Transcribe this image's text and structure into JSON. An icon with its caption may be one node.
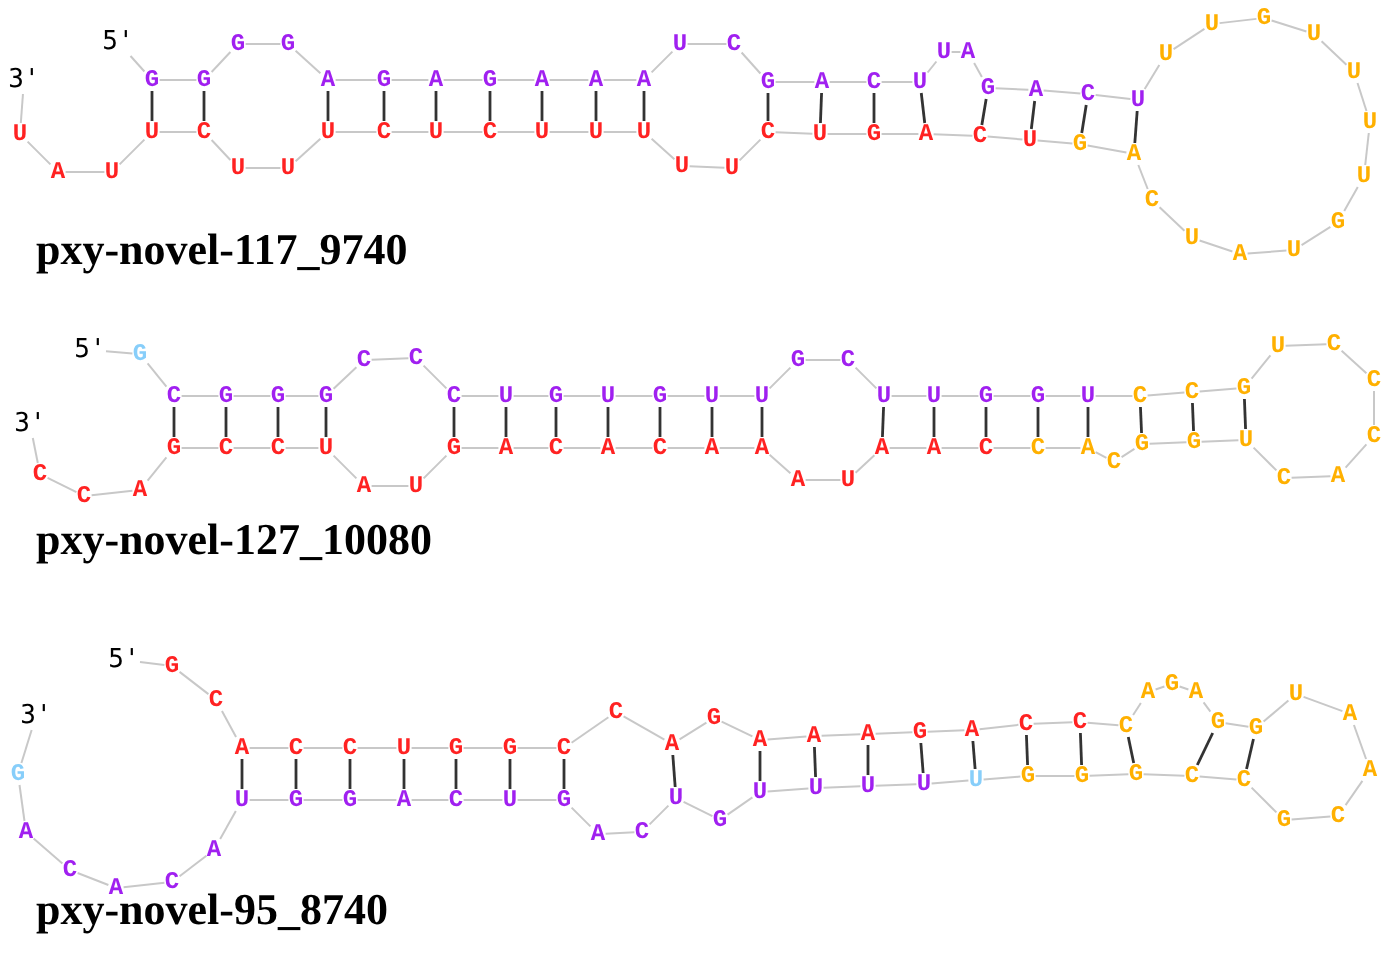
{
  "diagram": {
    "nodes": [
      {
        "text": [
          "5'"
        ]
      },
      {
        "text": [
          "G"
        ]
      },
      {
        "text": [
          "G"
        ]
      },
      {
        "text": [
          "G"
        ]
      },
      {
        "text": [
          "G"
        ]
      },
      {
        "text": [
          "A"
        ]
      },
      {
        "text": [
          "G"
        ]
      },
      {
        "text": [
          "A"
        ]
      },
      {
        "text": [
          "G"
        ]
      },
      {
        "text": [
          "A"
        ]
      },
      {
        "text": [
          "A"
        ]
      },
      {
        "text": [
          "A"
        ]
      },
      {
        "text": [
          "U"
        ]
      },
      {
        "text": [
          "C"
        ]
      },
      {
        "text": [
          "G"
        ]
      },
      {
        "text": [
          "A"
        ]
      },
      {
        "text": [
          "C"
        ]
      },
      {
        "text": [
          "U"
        ]
      },
      {
        "text": [
          "U"
        ]
      },
      {
        "text": [
          "A"
        ]
      },
      {
        "text": [
          "G"
        ]
      },
      {
        "text": [
          "A"
        ]
      },
      {
        "text": [
          "C"
        ]
      },
      {
        "text": [
          "U"
        ]
      },
      {
        "text": [
          "U"
        ]
      },
      {
        "text": [
          "U"
        ]
      },
      {
        "text": [
          "G"
        ]
      },
      {
        "text": [
          "U"
        ]
      },
      {
        "text": [
          "U"
        ]
      },
      {
        "text": [
          "U"
        ]
      },
      {
        "text": [
          "U"
        ]
      },
      {
        "text": [
          "G"
        ]
      },
      {
        "text": [
          "U"
        ]
      },
      {
        "text": [
          "A"
        ]
      },
      {
        "text": [
          "U"
        ]
      },
      {
        "text": [
          "C"
        ]
      },
      {
        "text": [
          "A"
        ]
      },
      {
        "text": [
          "G"
        ]
      },
      {
        "text": [
          "U"
        ]
      },
      {
        "text": [
          "C"
        ]
      },
      {
        "text": [
          "A"
        ]
      },
      {
        "text": [
          "G"
        ]
      },
      {
        "text": [
          "U"
        ]
      },
      {
        "text": [
          "C"
        ]
      },
      {
        "text": [
          "U"
        ]
      },
      {
        "text": [
          "U"
        ]
      },
      {
        "text": [
          "U"
        ]
      },
      {
        "text": [
          "U"
        ]
      },
      {
        "text": [
          "U"
        ]
      },
      {
        "text": [
          "C"
        ]
      },
      {
        "text": [
          "U"
        ]
      },
      {
        "text": [
          "C"
        ]
      },
      {
        "text": [
          "U"
        ]
      },
      {
        "text": [
          "U"
        ]
      },
      {
        "text": [
          "U"
        ]
      },
      {
        "text": [
          "C"
        ]
      },
      {
        "text": [
          "U"
        ]
      },
      {
        "text": [
          "U"
        ]
      },
      {
        "text": [
          "A"
        ]
      },
      {
        "text": [
          "U"
        ]
      },
      {
        "text": [
          "3'"
        ]
      },
      {
        "text": [
          "5'"
        ]
      },
      {
        "text": [
          "G"
        ]
      },
      {
        "text": [
          "C"
        ]
      },
      {
        "text": [
          "G"
        ]
      },
      {
        "text": [
          "G"
        ]
      },
      {
        "text": [
          "G"
        ]
      },
      {
        "text": [
          "C"
        ]
      },
      {
        "text": [
          "C"
        ]
      },
      {
        "text": [
          "C"
        ]
      },
      {
        "text": [
          "U"
        ]
      },
      {
        "text": [
          "G"
        ]
      },
      {
        "text": [
          "U"
        ]
      },
      {
        "text": [
          "G"
        ]
      },
      {
        "text": [
          "U"
        ]
      },
      {
        "text": [
          "U"
        ]
      },
      {
        "text": [
          "G"
        ]
      },
      {
        "text": [
          "C"
        ]
      },
      {
        "text": [
          "U"
        ]
      },
      {
        "text": [
          "U"
        ]
      },
      {
        "text": [
          "G"
        ]
      },
      {
        "text": [
          "G"
        ]
      },
      {
        "text": [
          "U"
        ]
      },
      {
        "text": [
          "C"
        ]
      },
      {
        "text": [
          "C"
        ]
      },
      {
        "text": [
          "G"
        ]
      },
      {
        "text": [
          "U"
        ]
      },
      {
        "text": [
          "C"
        ]
      },
      {
        "text": [
          "C"
        ]
      },
      {
        "text": [
          "C"
        ]
      },
      {
        "text": [
          "A"
        ]
      },
      {
        "text": [
          "C"
        ]
      },
      {
        "text": [
          "U"
        ]
      },
      {
        "text": [
          "G"
        ]
      },
      {
        "text": [
          "G"
        ]
      },
      {
        "text": [
          "C"
        ]
      },
      {
        "text": [
          "A"
        ]
      },
      {
        "text": [
          "C"
        ]
      },
      {
        "text": [
          "C"
        ]
      },
      {
        "text": [
          "A"
        ]
      },
      {
        "text": [
          "A"
        ]
      },
      {
        "text": [
          "U"
        ]
      },
      {
        "text": [
          "A"
        ]
      },
      {
        "text": [
          "A"
        ]
      },
      {
        "text": [
          "A"
        ]
      },
      {
        "text": [
          "C"
        ]
      },
      {
        "text": [
          "A"
        ]
      },
      {
        "text": [
          "C"
        ]
      },
      {
        "text": [
          "A"
        ]
      },
      {
        "text": [
          "G"
        ]
      },
      {
        "text": [
          "U"
        ]
      },
      {
        "text": [
          "A"
        ]
      },
      {
        "text": [
          "U"
        ]
      },
      {
        "text": [
          "C"
        ]
      },
      {
        "text": [
          "C"
        ]
      },
      {
        "text": [
          "G"
        ]
      },
      {
        "text": [
          "A"
        ]
      },
      {
        "text": [
          "C"
        ]
      },
      {
        "text": [
          "C"
        ]
      },
      {
        "text": [
          "3'"
        ]
      },
      {
        "text": [
          "5'"
        ]
      },
      {
        "text": [
          "G"
        ]
      },
      {
        "text": [
          "C"
        ]
      },
      {
        "text": [
          "A"
        ]
      },
      {
        "text": [
          "C"
        ]
      },
      {
        "text": [
          "C"
        ]
      },
      {
        "text": [
          "U"
        ]
      },
      {
        "text": [
          "G"
        ]
      },
      {
        "text": [
          "G"
        ]
      },
      {
        "text": [
          "C"
        ]
      },
      {
        "text": [
          "C"
        ]
      },
      {
        "text": [
          "A"
        ]
      },
      {
        "text": [
          "G"
        ]
      },
      {
        "text": [
          "A"
        ]
      },
      {
        "text": [
          "A"
        ]
      },
      {
        "text": [
          "A"
        ]
      },
      {
        "text": [
          "G"
        ]
      },
      {
        "text": [
          "A"
        ]
      },
      {
        "text": [
          "C"
        ]
      },
      {
        "text": [
          "C"
        ]
      },
      {
        "text": [
          "C"
        ]
      },
      {
        "text": [
          "A"
        ]
      },
      {
        "text": [
          "G"
        ]
      },
      {
        "text": [
          "A"
        ]
      },
      {
        "text": [
          "G"
        ]
      },
      {
        "text": [
          "G"
        ]
      },
      {
        "text": [
          "U"
        ]
      },
      {
        "text": [
          "A"
        ]
      },
      {
        "text": [
          "A"
        ]
      },
      {
        "text": [
          "C"
        ]
      },
      {
        "text": [
          "G"
        ]
      },
      {
        "text": [
          "C"
        ]
      },
      {
        "text": [
          "C"
        ]
      },
      {
        "text": [
          "G"
        ]
      },
      {
        "text": [
          "G"
        ]
      },
      {
        "text": [
          "G"
        ]
      },
      {
        "text": [
          "U"
        ]
      },
      {
        "text": [
          "U"
        ]
      },
      {
        "text": [
          "U"
        ]
      },
      {
        "text": [
          "U"
        ]
      },
      {
        "text": [
          "U"
        ]
      },
      {
        "text": [
          "G"
        ]
      },
      {
        "text": [
          "U"
        ]
      },
      {
        "text": [
          "C"
        ]
      },
      {
        "text": [
          "A"
        ]
      },
      {
        "text": [
          "G"
        ]
      },
      {
        "text": [
          "U"
        ]
      },
      {
        "text": [
          "C"
        ]
      },
      {
        "text": [
          "A"
        ]
      },
      {
        "text": [
          "G"
        ]
      },
      {
        "text": [
          "G"
        ]
      },
      {
        "text": [
          "U"
        ]
      },
      {
        "text": [
          "A"
        ]
      },
      {
        "text": [
          "C"
        ]
      },
      {
        "text": [
          "A"
        ]
      },
      {
        "text": [
          "C"
        ]
      },
      {
        "text": [
          "A"
        ]
      },
      {
        "text": [
          "G"
        ]
      },
      {
        "text": [
          "3'"
        ]
      }
    ],
    "edges": [
      {
        "from": 0,
        "to": 1,
        "arrow": "none"
      },
      {
        "from": 1,
        "to": 2,
        "arrow": "none"
      },
      {
        "from": 2,
        "to": 3,
        "arrow": "none"
      },
      {
        "from": 3,
        "to": 4,
        "arrow": "none"
      },
      {
        "from": 4,
        "to": 5,
        "arrow": "none"
      },
      {
        "from": 5,
        "to": 6,
        "arrow": "none"
      },
      {
        "from": 6,
        "to": 7,
        "arrow": "none"
      },
      {
        "from": 7,
        "to": 8,
        "arrow": "none"
      },
      {
        "from": 8,
        "to": 9,
        "arrow": "none"
      },
      {
        "from": 9,
        "to": 10,
        "arrow": "none"
      },
      {
        "from": 10,
        "to": 11,
        "arrow": "none"
      },
      {
        "from": 11,
        "to": 12,
        "arrow": "none"
      },
      {
        "from": 12,
        "to": 13,
        "arrow": "none"
      },
      {
        "from": 13,
        "to": 14,
        "arrow": "none"
      },
      {
        "from": 14,
        "to": 15,
        "arrow": "none"
      },
      {
        "from": 15,
        "to": 16,
        "arrow": "none"
      },
      {
        "from": 16,
        "to": 17,
        "arrow": "none"
      },
      {
        "from": 17,
        "to": 18,
        "arrow": "none"
      },
      {
        "from": 18,
        "to": 19,
        "arrow": "none"
      },
      {
        "from": 19,
        "to": 20,
        "arrow": "none"
      },
      {
        "from": 20,
        "to": 21,
        "arrow": "none"
      },
      {
        "from": 21,
        "to": 22,
        "arrow": "none"
      },
      {
        "from": 22,
        "to": 23,
        "arrow": "none"
      },
      {
        "from": 23,
        "to": 24,
        "arrow": "none"
      },
      {
        "from": 24,
        "to": 25,
        "arrow": "none"
      },
      {
        "from": 25,
        "to": 26,
        "arrow": "none"
      },
      {
        "from": 26,
        "to": 27,
        "arrow": "none"
      },
      {
        "from": 27,
        "to": 28,
        "arrow": "none"
      },
      {
        "from": 28,
        "to": 29,
        "arrow": "none"
      },
      {
        "from": 29,
        "to": 30,
        "arrow": "none"
      },
      {
        "from": 30,
        "to": 31,
        "arrow": "none"
      },
      {
        "from": 31,
        "to": 32,
        "arrow": "none"
      },
      {
        "from": 32,
        "to": 33,
        "arrow": "none"
      },
      {
        "from": 33,
        "to": 34,
        "arrow": "none"
      },
      {
        "from": 34,
        "to": 35,
        "arrow": "none"
      },
      {
        "from": 35,
        "to": 36,
        "arrow": "none"
      },
      {
        "from": 36,
        "to": 37,
        "arrow": "none"
      },
      {
        "from": 37,
        "to": 38,
        "arrow": "none"
      },
      {
        "from": 38,
        "to": 39,
        "arrow": "none"
      },
      {
        "from": 39,
        "to": 40,
        "arrow": "none"
      },
      {
        "from": 40,
        "to": 41,
        "arrow": "none"
      },
      {
        "from": 41,
        "to": 42,
        "arrow": "none"
      },
      {
        "from": 42,
        "to": 43,
        "arrow": "none"
      },
      {
        "from": 43,
        "to": 44,
        "arrow": "none"
      },
      {
        "from": 44,
        "to": 45,
        "arrow": "none"
      },
      {
        "from": 45,
        "to": 46,
        "arrow": "none"
      },
      {
        "from": 46,
        "to": 47,
        "arrow": "none"
      },
      {
        "from": 47,
        "to": 48,
        "arrow": "none"
      },
      {
        "from": 48,
        "to": 49,
        "arrow": "none"
      },
      {
        "from": 49,
        "to": 50,
        "arrow": "none"
      },
      {
        "from": 50,
        "to": 51,
        "arrow": "none"
      },
      {
        "from": 51,
        "to": 52,
        "arrow": "none"
      },
      {
        "from": 52,
        "to": 53,
        "arrow": "none"
      },
      {
        "from": 53,
        "to": 54,
        "arrow": "none"
      },
      {
        "from": 54,
        "to": 55,
        "arrow": "none"
      },
      {
        "from": 55,
        "to": 56,
        "arrow": "none"
      },
      {
        "from": 56,
        "to": 57,
        "arrow": "none"
      },
      {
        "from": 57,
        "to": 58,
        "arrow": "none"
      },
      {
        "from": 58,
        "to": 59,
        "arrow": "none"
      },
      {
        "from": 59,
        "to": 60,
        "arrow": "none"
      },
      {
        "from": 1,
        "to": 56,
        "arrow": "none",
        "color": "#333333"
      },
      {
        "from": 2,
        "to": 55,
        "arrow": "none",
        "color": "#333333"
      },
      {
        "from": 5,
        "to": 52,
        "arrow": "none",
        "color": "#333333"
      },
      {
        "from": 6,
        "to": 51,
        "arrow": "none",
        "color": "#333333"
      },
      {
        "from": 7,
        "to": 50,
        "arrow": "none",
        "color": "#333333"
      },
      {
        "from": 8,
        "to": 49,
        "arrow": "none",
        "color": "#333333"
      },
      {
        "from": 9,
        "to": 48,
        "arrow": "none",
        "color": "#333333"
      },
      {
        "from": 10,
        "to": 47,
        "arrow": "none",
        "color": "#333333"
      },
      {
        "from": 11,
        "to": 46,
        "arrow": "none",
        "color": "#333333"
      },
      {
        "from": 14,
        "to": 43,
        "arrow": "none",
        "color": "#333333"
      },
      {
        "from": 15,
        "to": 42,
        "arrow": "none",
        "color": "#333333"
      },
      {
        "from": 16,
        "to": 41,
        "arrow": "none",
        "color": "#333333"
      },
      {
        "from": 17,
        "to": 40,
        "arrow": "none",
        "color": "#333333"
      },
      {
        "from": 20,
        "to": 39,
        "arrow": "none",
        "color": "#333333"
      },
      {
        "from": 21,
        "to": 38,
        "arrow": "none",
        "color": "#333333"
      },
      {
        "from": 22,
        "to": 37,
        "arrow": "none",
        "color": "#333333"
      },
      {
        "from": 23,
        "to": 36,
        "arrow": "none",
        "color": "#333333"
      },
      {
        "from": 61,
        "to": 62,
        "arrow": "none"
      },
      {
        "from": 62,
        "to": 63,
        "arrow": "none"
      },
      {
        "from": 63,
        "to": 64,
        "arrow": "none"
      },
      {
        "from": 64,
        "to": 65,
        "arrow": "none"
      },
      {
        "from": 65,
        "to": 66,
        "arrow": "none"
      },
      {
        "from": 66,
        "to": 67,
        "arrow": "none"
      },
      {
        "from": 67,
        "to": 68,
        "arrow": "none"
      },
      {
        "from": 68,
        "to": 69,
        "arrow": "none"
      },
      {
        "from": 69,
        "to": 70,
        "arrow": "none"
      },
      {
        "from": 70,
        "to": 71,
        "arrow": "none"
      },
      {
        "from": 71,
        "to": 72,
        "arrow": "none"
      },
      {
        "from": 72,
        "to": 73,
        "arrow": "none"
      },
      {
        "from": 73,
        "to": 74,
        "arrow": "none"
      },
      {
        "from": 74,
        "to": 75,
        "arrow": "none"
      },
      {
        "from": 75,
        "to": 76,
        "arrow": "none"
      },
      {
        "from": 76,
        "to": 77,
        "arrow": "none"
      },
      {
        "from": 77,
        "to": 78,
        "arrow": "none"
      },
      {
        "from": 78,
        "to": 79,
        "arrow": "none"
      },
      {
        "from": 79,
        "to": 80,
        "arrow": "none"
      },
      {
        "from": 80,
        "to": 81,
        "arrow": "none"
      },
      {
        "from": 81,
        "to": 82,
        "arrow": "none"
      },
      {
        "from": 82,
        "to": 83,
        "arrow": "none"
      },
      {
        "from": 83,
        "to": 84,
        "arrow": "none"
      },
      {
        "from": 84,
        "to": 85,
        "arrow": "none"
      },
      {
        "from": 85,
        "to": 86,
        "arrow": "none"
      },
      {
        "from": 86,
        "to": 87,
        "arrow": "none"
      },
      {
        "from": 87,
        "to": 88,
        "arrow": "none"
      },
      {
        "from": 88,
        "to": 89,
        "arrow": "none"
      },
      {
        "from": 89,
        "to": 90,
        "arrow": "none"
      },
      {
        "from": 90,
        "to": 91,
        "arrow": "none"
      },
      {
        "from": 91,
        "to": 92,
        "arrow": "none"
      },
      {
        "from": 92,
        "to": 93,
        "arrow": "none"
      },
      {
        "from": 93,
        "to": 94,
        "arrow": "none"
      },
      {
        "from": 94,
        "to": 95,
        "arrow": "none"
      },
      {
        "from": 95,
        "to": 96,
        "arrow": "none"
      },
      {
        "from": 96,
        "to": 97,
        "arrow": "none"
      },
      {
        "from": 97,
        "to": 98,
        "arrow": "none"
      },
      {
        "from": 98,
        "to": 99,
        "arrow": "none"
      },
      {
        "from": 99,
        "to": 100,
        "arrow": "none"
      },
      {
        "from": 100,
        "to": 101,
        "arrow": "none"
      },
      {
        "from": 101,
        "to": 102,
        "arrow": "none"
      },
      {
        "from": 102,
        "to": 103,
        "arrow": "none"
      },
      {
        "from": 103,
        "to": 104,
        "arrow": "none"
      },
      {
        "from": 104,
        "to": 105,
        "arrow": "none"
      },
      {
        "from": 105,
        "to": 106,
        "arrow": "none"
      },
      {
        "from": 106,
        "to": 107,
        "arrow": "none"
      },
      {
        "from": 107,
        "to": 108,
        "arrow": "none"
      },
      {
        "from": 108,
        "to": 109,
        "arrow": "none"
      },
      {
        "from": 109,
        "to": 110,
        "arrow": "none"
      },
      {
        "from": 110,
        "to": 111,
        "arrow": "none"
      },
      {
        "from": 111,
        "to": 112,
        "arrow": "none"
      },
      {
        "from": 112,
        "to": 113,
        "arrow": "none"
      },
      {
        "from": 113,
        "to": 114,
        "arrow": "none"
      },
      {
        "from": 114,
        "to": 115,
        "arrow": "none"
      },
      {
        "from": 115,
        "to": 116,
        "arrow": "none"
      },
      {
        "from": 116,
        "to": 117,
        "arrow": "none"
      },
      {
        "from": 117,
        "to": 118,
        "arrow": "none"
      },
      {
        "from": 118,
        "to": 119,
        "arrow": "none"
      },
      {
        "from": 63,
        "to": 115,
        "arrow": "none",
        "color": "#333333"
      },
      {
        "from": 64,
        "to": 114,
        "arrow": "none",
        "color": "#333333"
      },
      {
        "from": 65,
        "to": 113,
        "arrow": "none",
        "color": "#333333"
      },
      {
        "from": 66,
        "to": 112,
        "arrow": "none",
        "color": "#333333"
      },
      {
        "from": 69,
        "to": 109,
        "arrow": "none",
        "color": "#333333"
      },
      {
        "from": 70,
        "to": 108,
        "arrow": "none",
        "color": "#333333"
      },
      {
        "from": 71,
        "to": 107,
        "arrow": "none",
        "color": "#333333"
      },
      {
        "from": 72,
        "to": 106,
        "arrow": "none",
        "color": "#333333"
      },
      {
        "from": 73,
        "to": 105,
        "arrow": "none",
        "color": "#333333"
      },
      {
        "from": 74,
        "to": 104,
        "arrow": "none",
        "color": "#333333"
      },
      {
        "from": 75,
        "to": 103,
        "arrow": "none",
        "color": "#333333"
      },
      {
        "from": 78,
        "to": 100,
        "arrow": "none",
        "color": "#333333"
      },
      {
        "from": 79,
        "to": 99,
        "arrow": "none",
        "color": "#333333"
      },
      {
        "from": 80,
        "to": 98,
        "arrow": "none",
        "color": "#333333"
      },
      {
        "from": 81,
        "to": 97,
        "arrow": "none",
        "color": "#333333"
      },
      {
        "from": 82,
        "to": 96,
        "arrow": "none",
        "color": "#333333"
      },
      {
        "from": 83,
        "to": 94,
        "arrow": "none",
        "color": "#333333"
      },
      {
        "from": 84,
        "to": 93,
        "arrow": "none",
        "color": "#333333"
      },
      {
        "from": 85,
        "to": 92,
        "arrow": "none",
        "color": "#333333"
      },
      {
        "from": 120,
        "to": 121,
        "arrow": "none"
      },
      {
        "from": 121,
        "to": 122,
        "arrow": "none"
      },
      {
        "from": 122,
        "to": 123,
        "arrow": "none"
      },
      {
        "from": 123,
        "to": 124,
        "arrow": "none"
      },
      {
        "from": 124,
        "to": 125,
        "arrow": "none"
      },
      {
        "from": 125,
        "to": 126,
        "arrow": "none"
      },
      {
        "from": 126,
        "to": 127,
        "arrow": "none"
      },
      {
        "from": 127,
        "to": 128,
        "arrow": "none"
      },
      {
        "from": 128,
        "to": 129,
        "arrow": "none"
      },
      {
        "from": 129,
        "to": 130,
        "arrow": "none"
      },
      {
        "from": 130,
        "to": 131,
        "arrow": "none"
      },
      {
        "from": 131,
        "to": 132,
        "arrow": "none"
      },
      {
        "from": 132,
        "to": 133,
        "arrow": "none"
      },
      {
        "from": 133,
        "to": 134,
        "arrow": "none"
      },
      {
        "from": 134,
        "to": 135,
        "arrow": "none"
      },
      {
        "from": 135,
        "to": 136,
        "arrow": "none"
      },
      {
        "from": 136,
        "to": 137,
        "arrow": "none"
      },
      {
        "from": 137,
        "to": 138,
        "arrow": "none"
      },
      {
        "from": 138,
        "to": 139,
        "arrow": "none"
      },
      {
        "from": 139,
        "to": 140,
        "arrow": "none"
      },
      {
        "from": 140,
        "to": 141,
        "arrow": "none"
      },
      {
        "from": 141,
        "to": 142,
        "arrow": "none"
      },
      {
        "from": 142,
        "to": 143,
        "arrow": "none"
      },
      {
        "from": 143,
        "to": 144,
        "arrow": "none"
      },
      {
        "from": 144,
        "to": 145,
        "arrow": "none"
      },
      {
        "from": 145,
        "to": 146,
        "arrow": "none"
      },
      {
        "from": 146,
        "to": 147,
        "arrow": "none"
      },
      {
        "from": 147,
        "to": 148,
        "arrow": "none"
      },
      {
        "from": 148,
        "to": 149,
        "arrow": "none"
      },
      {
        "from": 149,
        "to": 150,
        "arrow": "none"
      },
      {
        "from": 150,
        "to": 151,
        "arrow": "none"
      },
      {
        "from": 151,
        "to": 152,
        "arrow": "none"
      },
      {
        "from": 152,
        "to": 153,
        "arrow": "none"
      },
      {
        "from": 153,
        "to": 154,
        "arrow": "none"
      },
      {
        "from": 154,
        "to": 155,
        "arrow": "none"
      },
      {
        "from": 155,
        "to": 156,
        "arrow": "none"
      },
      {
        "from": 156,
        "to": 157,
        "arrow": "none"
      },
      {
        "from": 157,
        "to": 158,
        "arrow": "none"
      },
      {
        "from": 158,
        "to": 159,
        "arrow": "none"
      },
      {
        "from": 159,
        "to": 160,
        "arrow": "none"
      },
      {
        "from": 160,
        "to": 161,
        "arrow": "none"
      },
      {
        "from": 161,
        "to": 162,
        "arrow": "none"
      },
      {
        "from": 162,
        "to": 163,
        "arrow": "none"
      },
      {
        "from": 163,
        "to": 164,
        "arrow": "none"
      },
      {
        "from": 164,
        "to": 165,
        "arrow": "none"
      },
      {
        "from": 165,
        "to": 166,
        "arrow": "none"
      },
      {
        "from": 166,
        "to": 167,
        "arrow": "none"
      },
      {
        "from": 167,
        "to": 168,
        "arrow": "none"
      },
      {
        "from": 168,
        "to": 169,
        "arrow": "none"
      },
      {
        "from": 169,
        "to": 170,
        "arrow": "none"
      },
      {
        "from": 170,
        "to": 171,
        "arrow": "none"
      },
      {
        "from": 171,
        "to": 172,
        "arrow": "none"
      },
      {
        "from": 172,
        "to": 173,
        "arrow": "none"
      },
      {
        "from": 173,
        "to": 174,
        "arrow": "none"
      },
      {
        "from": 174,
        "to": 175,
        "arrow": "none"
      },
      {
        "from": 175,
        "to": 176,
        "arrow": "none"
      },
      {
        "from": 176,
        "to": 177,
        "arrow": "none"
      },
      {
        "from": 177,
        "to": 178,
        "arrow": "none"
      },
      {
        "from": 123,
        "to": 171,
        "arrow": "none",
        "color": "#333333"
      },
      {
        "from": 124,
        "to": 170,
        "arrow": "none",
        "color": "#333333"
      },
      {
        "from": 125,
        "to": 169,
        "arrow": "none",
        "color": "#333333"
      },
      {
        "from": 126,
        "to": 168,
        "arrow": "none",
        "color": "#333333"
      },
      {
        "from": 127,
        "to": 167,
        "arrow": "none",
        "color": "#333333"
      },
      {
        "from": 128,
        "to": 166,
        "arrow": "none",
        "color": "#333333"
      },
      {
        "from": 129,
        "to": 165,
        "arrow": "none",
        "color": "#333333"
      },
      {
        "from": 131,
        "to": 162,
        "arrow": "none",
        "color": "#333333"
      },
      {
        "from": 133,
        "to": 160,
        "arrow": "none",
        "color": "#333333"
      },
      {
        "from": 134,
        "to": 159,
        "arrow": "none",
        "color": "#333333"
      },
      {
        "from": 135,
        "to": 158,
        "arrow": "none",
        "color": "#333333"
      },
      {
        "from": 136,
        "to": 157,
        "arrow": "none",
        "color": "#333333"
      },
      {
        "from": 137,
        "to": 156,
        "arrow": "none",
        "color": "#333333"
      },
      {
        "from": 138,
        "to": 155,
        "arrow": "none",
        "color": "#333333"
      },
      {
        "from": 139,
        "to": 154,
        "arrow": "none",
        "color": "#333333"
      },
      {
        "from": 140,
        "to": 153,
        "arrow": "none",
        "color": "#333333"
      },
      {
        "from": 144,
        "to": 152,
        "arrow": "none",
        "color": "#333333"
      },
      {
        "from": 145,
        "to": 151,
        "arrow": "none",
        "color": "#333333"
      }
    ],
    "labels": [
      "pxy-novel-117_9740",
      "pxy-novel-127_10080",
      "pxy-novel-95_8740"
    ]
  }
}
